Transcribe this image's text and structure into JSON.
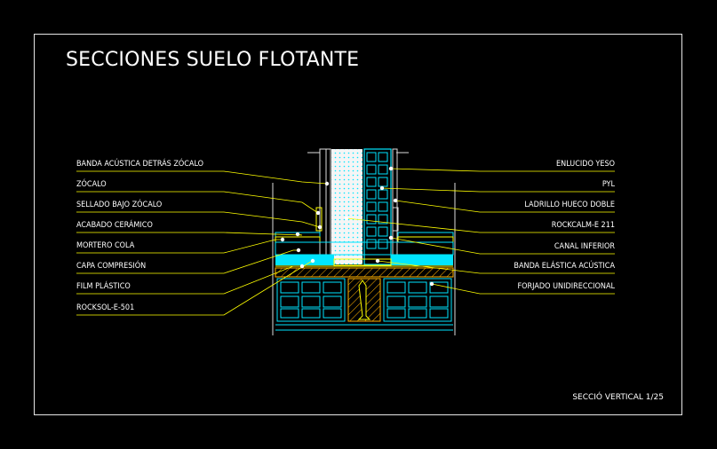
{
  "title": "SECCIONES SUELO FLOTANTE",
  "left_labels": [
    "BANDA ACÚSTICA DETRÁS ZÓCALO",
    "ZÓCALO",
    "SELLADO BAJO ZÓCALO",
    "ACABADO CERÁMICO",
    "MORTERO COLA",
    "CAPA COMPRESIÓN",
    "FILM PLÁSTICO",
    "ROCKSOL-E-501"
  ],
  "right_labels": [
    "ENLUCIDO YESO",
    "PYL",
    "LADRILLO HUECO DOBLE",
    "ROCKCALM-E 211",
    "CANAL INFERIOR",
    "BANDA ELÁSTICA ACÚSTICA",
    "FORJADO UNIDIRECCIONAL"
  ],
  "scale_note": "SECCIÓ VERTICAL 1/25",
  "colors": {
    "background": "#000000",
    "leader": "#ffff00",
    "insulation": "#00e5ff",
    "brick": "#00e5ff",
    "slab": "#ffb000",
    "wall_fill": "#f5f5f5",
    "frame": "#e6e6e6"
  }
}
